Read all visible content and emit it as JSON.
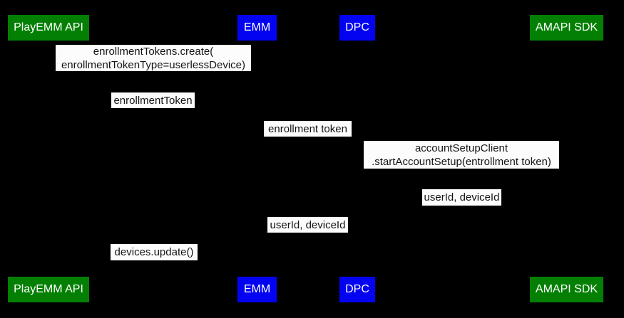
{
  "diagram": {
    "type": "sequence-diagram",
    "background_color": "#000000",
    "label_background_color": "#fcfcfc",
    "label_text_color": "#141414",
    "actors": [
      {
        "label": "PlayEMM API",
        "color": "#038003",
        "text_color": "#ffffff"
      },
      {
        "label": "EMM",
        "color": "#0303f2",
        "text_color": "#ffffff"
      },
      {
        "label": "DPC",
        "color": "#0303f2",
        "text_color": "#ffffff"
      },
      {
        "label": "AMAPI SDK",
        "color": "#038003",
        "text_color": "#ffffff"
      }
    ],
    "messages": [
      {
        "text": "enrollmentTokens.create(\nenrollmentTokenType=userlessDevice)"
      },
      {
        "text": "enrollmentToken"
      },
      {
        "text": "enrollment token"
      },
      {
        "text": "accountSetupClient\n.startAccountSetup(entrollment token)"
      },
      {
        "text": "userId, deviceId"
      },
      {
        "text": "userId, deviceId"
      },
      {
        "text": "devices.update()"
      }
    ]
  }
}
